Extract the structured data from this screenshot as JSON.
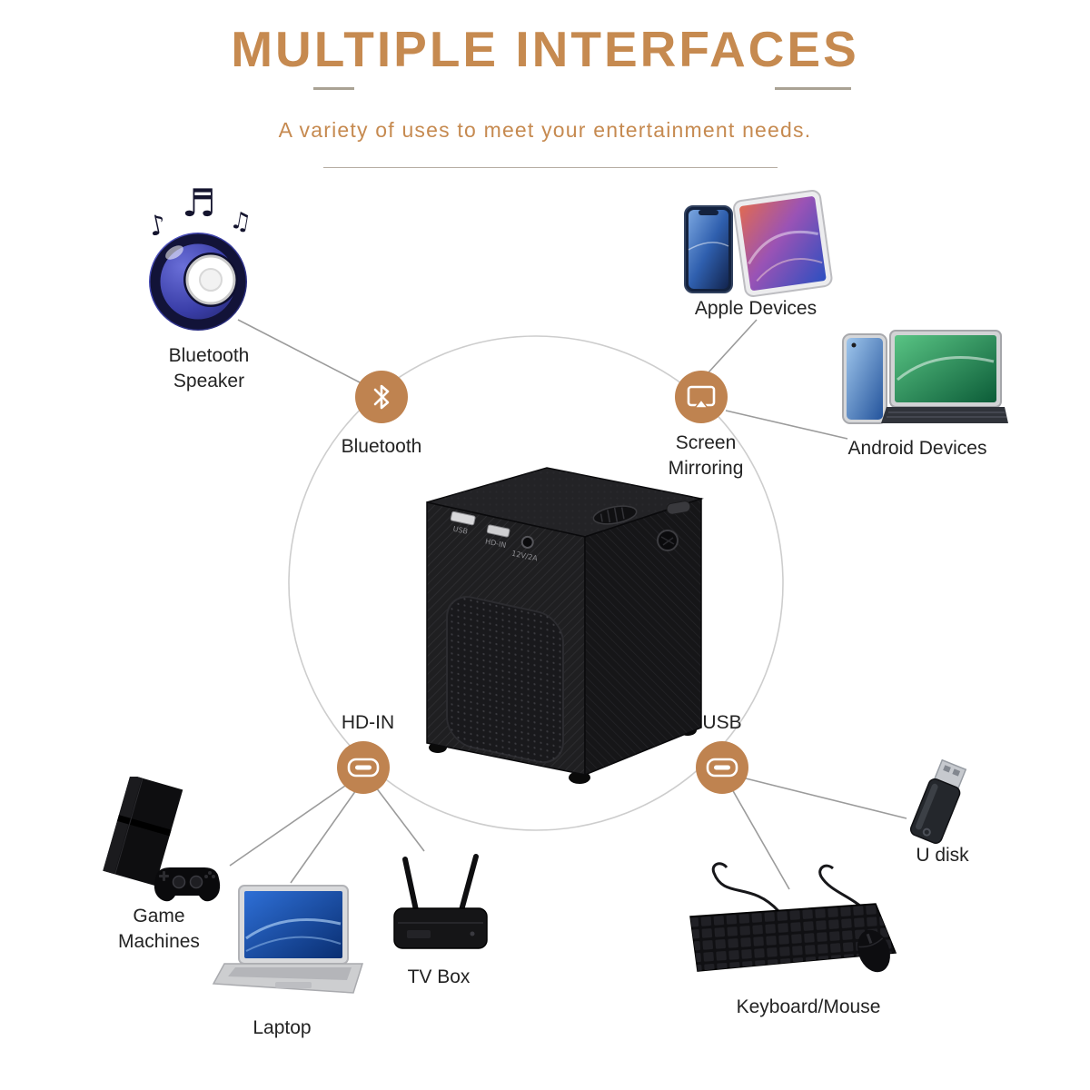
{
  "colors": {
    "accent": "#bf8350",
    "title": "#c68a50",
    "line": "#9b9b9b",
    "circle": "#cdcdcd",
    "label": "#232323"
  },
  "header": {
    "title": "MULTIPLE INTERFACES",
    "subtitle": "A variety of uses to meet your entertainment needs."
  },
  "interfaces": {
    "bluetooth": {
      "label": "Bluetooth"
    },
    "screen_mirroring": {
      "label": "Screen Mirroring"
    },
    "hd_in": {
      "label": "HD-IN"
    },
    "usb": {
      "label": "USB"
    }
  },
  "devices": {
    "bluetooth_speaker": {
      "label": "Bluetooth Speaker"
    },
    "apple_devices": {
      "label": "Apple Devices"
    },
    "android_devices": {
      "label": "Android Devices"
    },
    "game_machines": {
      "label": "Game Machines"
    },
    "laptop": {
      "label": "Laptop"
    },
    "tv_box": {
      "label": "TV Box"
    },
    "u_disk": {
      "label": "U disk"
    },
    "keyboard_mouse": {
      "label": "Keyboard/Mouse"
    }
  },
  "projector": {
    "port_labels": {
      "usb": "USB",
      "hd_in": "HD-IN",
      "dc": "12V/2A"
    }
  }
}
